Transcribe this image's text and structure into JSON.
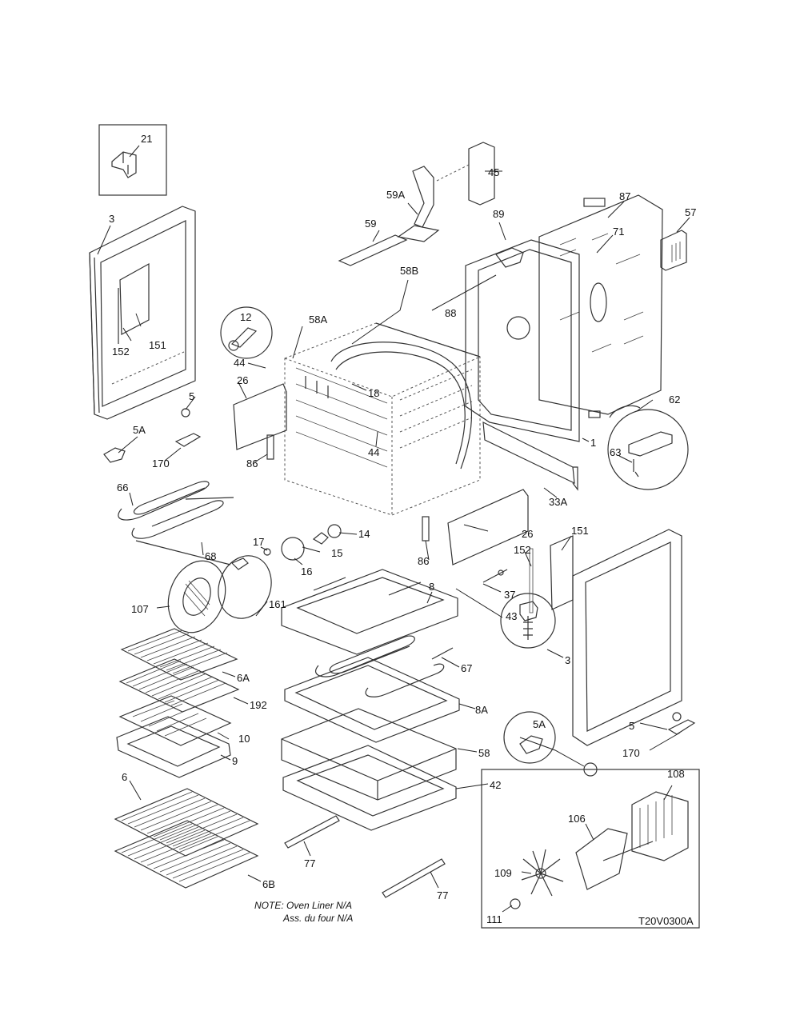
{
  "callouts": {
    "c21": "21",
    "c45": "45",
    "c3_door": "3",
    "c59A": "59A",
    "c89": "89",
    "c87": "87",
    "c57": "57",
    "c59": "59",
    "c71": "71",
    "c58B": "58B",
    "c88": "88",
    "c151_left": "151",
    "c152_left": "152",
    "c12": "12",
    "c58A": "58A",
    "c44_a": "44",
    "c18": "18",
    "c26_left": "26",
    "c5_left": "5",
    "c5A_left": "5A",
    "c62": "62",
    "c63": "63",
    "c1": "1",
    "c170_left": "170",
    "c86_left": "86",
    "c44_b": "44",
    "c66": "66",
    "c33A": "33A",
    "c26_right": "26",
    "c14": "14",
    "c17": "17",
    "c15": "15",
    "c151_right": "151",
    "c68": "68",
    "c152_right": "152",
    "c16": "16",
    "c86_right": "86",
    "c8": "8",
    "c37": "37",
    "c107": "107",
    "c161": "161",
    "c43": "43",
    "c3_right": "3",
    "c67": "67",
    "c6A": "6A",
    "c192": "192",
    "c8A": "8A",
    "c10": "10",
    "c5A_right": "5A",
    "c9": "9",
    "c58": "58",
    "c5_right": "5",
    "c170_right": "170",
    "c108": "108",
    "c42": "42",
    "c6": "6",
    "c106": "106",
    "c109": "109",
    "c77_a": "77",
    "c77_b": "77",
    "c6B": "6B",
    "c111": "111"
  },
  "note_line1": "NOTE: Oven Liner N/A",
  "note_line2": "Ass. du four N/A",
  "drawing_code": "T20V0300A"
}
